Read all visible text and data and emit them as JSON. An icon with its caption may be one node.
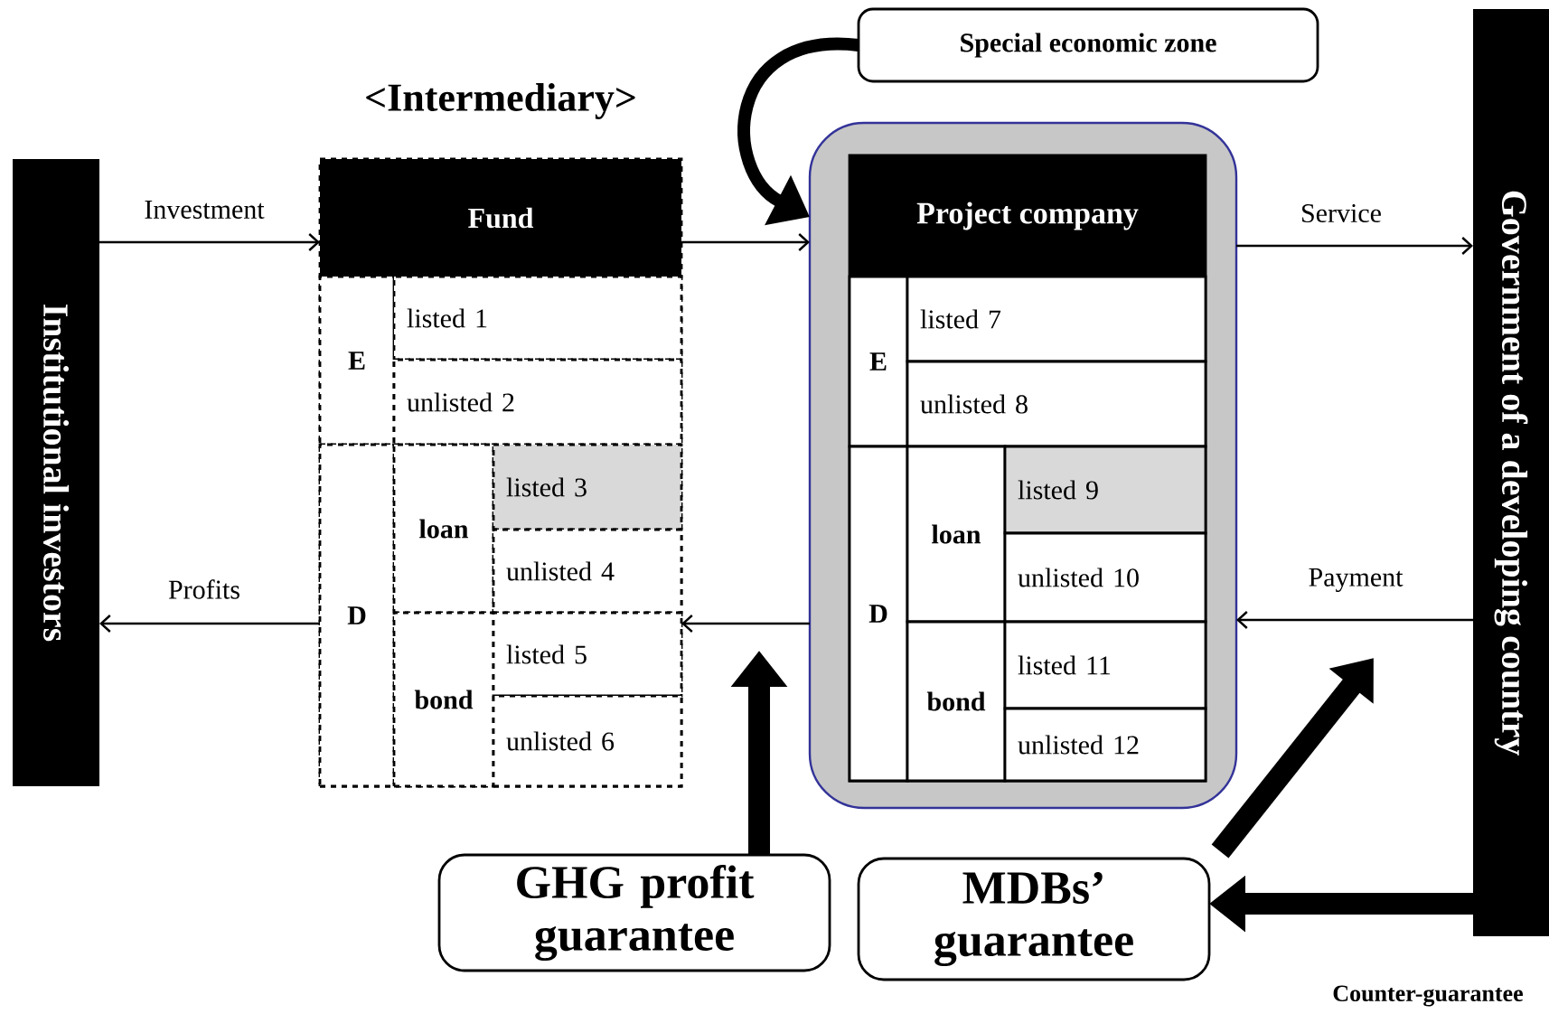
{
  "diagram": {
    "nodes": [
      {
        "text": [
          "Institutional investors"
        ]
      },
      {
        "text": [
          "<Intermediary>",
          "Fund"
        ]
      },
      {
        "text": [
          "E"
        ],
        "in": 1
      },
      {
        "text": [
          "listed 1"
        ],
        "in": 1
      },
      {
        "text": [
          "unlisted 2"
        ],
        "in": 1
      },
      {
        "text": [
          "D"
        ],
        "in": 1
      },
      {
        "text": [
          "loan"
        ],
        "in": 1
      },
      {
        "text": [
          "listed 3"
        ],
        "in": 1
      },
      {
        "text": [
          "unlisted 4"
        ],
        "in": 1
      },
      {
        "text": [
          "bond"
        ],
        "in": 1
      },
      {
        "text": [
          "listed 5"
        ],
        "in": 1
      },
      {
        "text": [
          "unlisted 6"
        ],
        "in": 1
      },
      {
        "text": [
          "Special economic zone"
        ]
      },
      {
        "text": [],
        "shape": "box"
      },
      {
        "text": [
          "Project company"
        ],
        "in": 13
      },
      {
        "text": [
          "E"
        ],
        "in": 14
      },
      {
        "text": [
          "listed 7"
        ],
        "in": 14
      },
      {
        "text": [
          "unlisted 8"
        ],
        "in": 14
      },
      {
        "text": [
          "D"
        ],
        "in": 14
      },
      {
        "text": [
          "loan"
        ],
        "in": 14
      },
      {
        "text": [
          "listed 9"
        ],
        "in": 14
      },
      {
        "text": [
          "unlisted 10"
        ],
        "in": 14
      },
      {
        "text": [
          "bond"
        ],
        "in": 14
      },
      {
        "text": [
          "listed 11"
        ],
        "in": 14
      },
      {
        "text": [
          "unlisted 12"
        ],
        "in": 14
      },
      {
        "text": [
          "Government of a developing country"
        ]
      },
      {
        "text": [
          "GHG profit guarantee"
        ]
      },
      {
        "text": [
          "MDBs’ guarantee"
        ]
      }
    ],
    "edges": [
      {
        "from": 0,
        "to": 1,
        "arrow": "to",
        "label": "Investment"
      },
      {
        "from": 1,
        "to": 13,
        "arrow": "to"
      },
      {
        "from": 12,
        "to": 13,
        "arrow": "to",
        "style": "thick"
      },
      {
        "from": 13,
        "to": 25,
        "arrow": "to",
        "label": "Service"
      },
      {
        "from": 25,
        "to": 13,
        "arrow": "to",
        "label": "Payment"
      },
      {
        "from": 13,
        "to": 1,
        "arrow": "to"
      },
      {
        "from": 1,
        "to": 0,
        "arrow": "to",
        "label": "Profits"
      },
      {
        "from": 26,
        "to": null,
        "arrow": "to",
        "style": "thick"
      },
      {
        "from": 27,
        "to": null,
        "arrow": "to",
        "style": "thick"
      },
      {
        "from": 25,
        "to": 27,
        "arrow": "to",
        "style": "thick",
        "label": "Counter-guarantee"
      }
    ]
  }
}
